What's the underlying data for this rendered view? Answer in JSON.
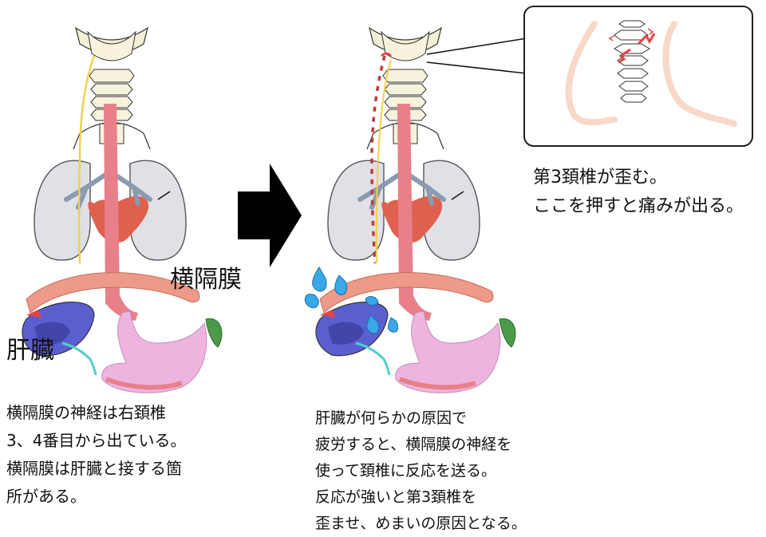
{
  "labels": {
    "diaphragm": "横隔膜",
    "liver": "肝臓"
  },
  "left_caption": "横隔膜の神経は右頚椎\n3、4番目から出ている。\n横隔膜は肝臓と接する箇\n所がある。",
  "middle_caption": "肝臓が何らかの原因で\n疲労すると、横隔膜の神経を\n使って頚椎に反応を送る。\n反応が強いと第3頚椎を\n歪ませ、めまいの原因となる。",
  "zoom_caption": "第3頚椎が歪む。\nここを押すと痛みが出る。",
  "colors": {
    "nerve": "#f2d04b",
    "esophagus": "#e8808a",
    "lung": "#dfe1e6",
    "heart": "#e0604e",
    "diaphragm": "#ee9a88",
    "liver": "#5a5fd0",
    "stomach": "#eeb4e0",
    "spleen": "#4a9a4a",
    "water": "#3aa8e8",
    "distortion": "#e04444"
  }
}
